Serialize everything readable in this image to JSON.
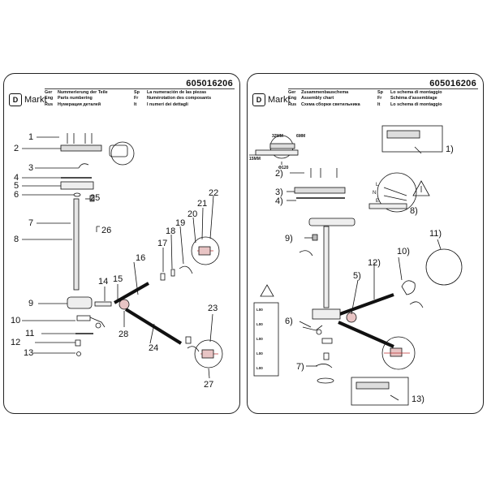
{
  "left_panel": {
    "logo_box": "D",
    "logo_text": "Markt",
    "code": "605016206",
    "languages": [
      {
        "code": "Ger",
        "text": "Nummerierung der Teile",
        "code2": "Sp",
        "text2": "La numeración de las piezas"
      },
      {
        "code": "Eng",
        "text": "Parts numbering",
        "code2": "Fr",
        "text2": "Numérotation des composants"
      },
      {
        "code": "Rus",
        "text": "Нумерация деталей",
        "code2": "It",
        "text2": "I numeri dei dettagli"
      }
    ],
    "part_numbers": [
      "1",
      "2",
      "3",
      "4",
      "5",
      "6",
      "7",
      "8",
      "9",
      "10",
      "11",
      "12",
      "13",
      "14",
      "15",
      "16",
      "17",
      "18",
      "19",
      "20",
      "21",
      "22",
      "23",
      "24",
      "25",
      "26",
      "27",
      "28"
    ]
  },
  "right_panel": {
    "logo_box": "D",
    "logo_text": "Markt",
    "code": "605016206",
    "languages": [
      {
        "code": "Ger",
        "text": "Zusammenbauschema",
        "code2": "Sp",
        "text2": "Lo schema di montaggio"
      },
      {
        "code": "Eng",
        "text": "Assembly chart",
        "code2": "Fr",
        "text2": "Schéma d'assemblage"
      },
      {
        "code": "Rus",
        "text": "Схема сборки светильника",
        "code2": "It",
        "text2": "Lo schema di montaggio"
      }
    ],
    "step_numbers": [
      "1)",
      "2)",
      "3)",
      "4)",
      "5)",
      "6)",
      "7)",
      "8)",
      "9)",
      "10)",
      "11)",
      "12)",
      "13)"
    ],
    "dimension_labels": {
      "d1": "32MM",
      "d2": "6MM",
      "d3": "15MM",
      "d4": "Φ120"
    },
    "wire_labels": [
      "L",
      "N",
      "E"
    ],
    "voltage_labels": [
      "L00",
      "L00",
      "L00",
      "L00",
      "L00"
    ]
  }
}
